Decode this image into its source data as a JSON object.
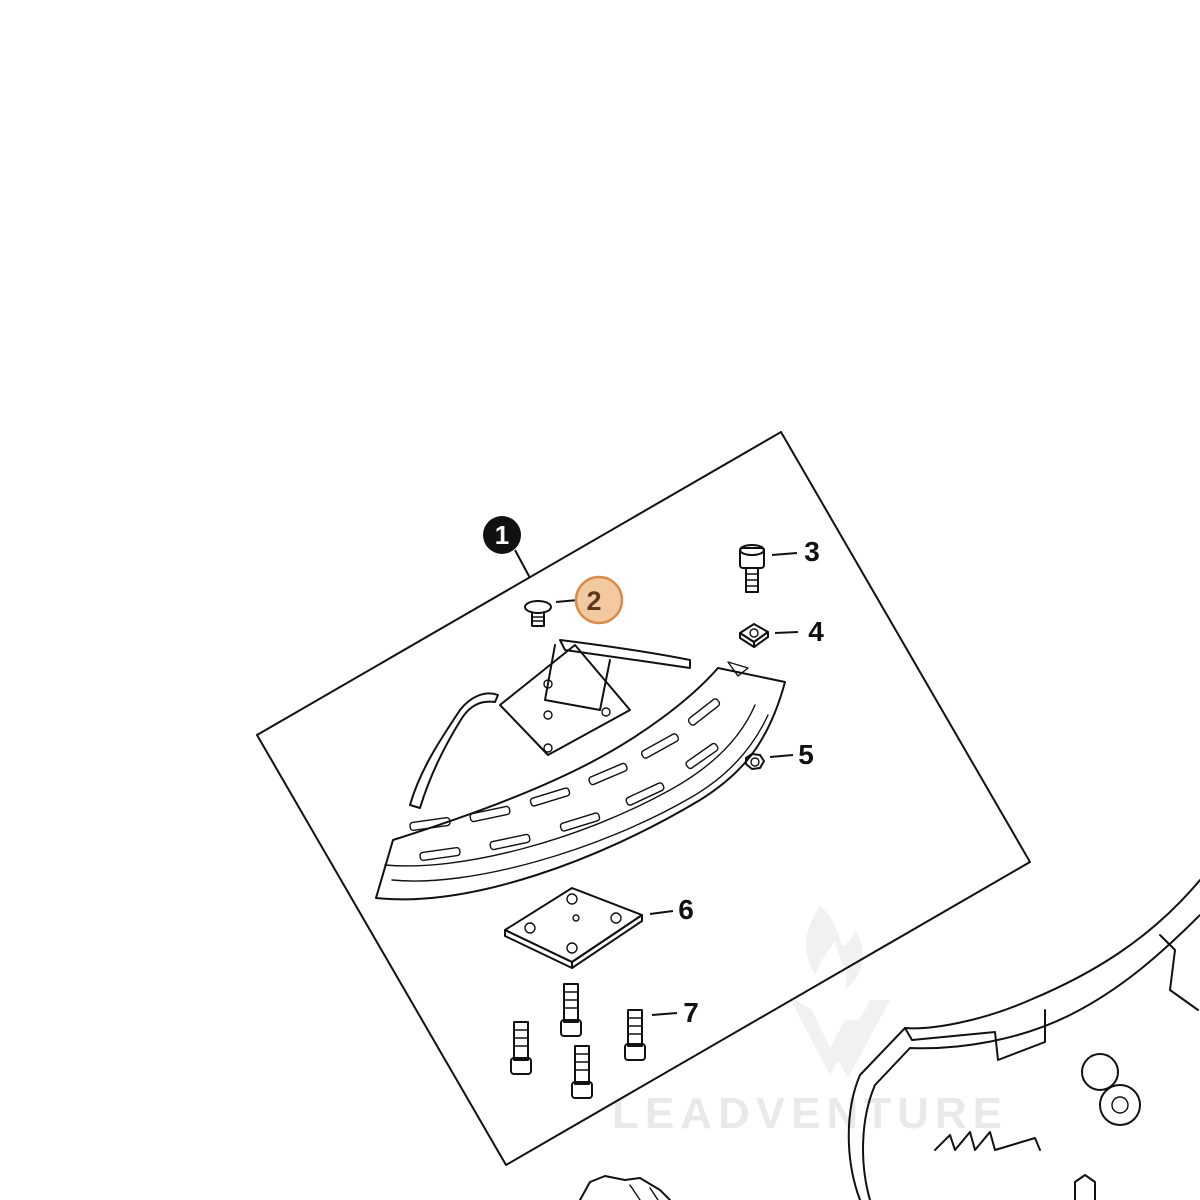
{
  "diagram": {
    "callouts": [
      {
        "id": "1",
        "label": "1",
        "style": "inverted"
      },
      {
        "id": "2",
        "label": "2",
        "style": "highlighted"
      },
      {
        "id": "3",
        "label": "3",
        "style": "plain"
      },
      {
        "id": "4",
        "label": "4",
        "style": "plain"
      },
      {
        "id": "5",
        "label": "5",
        "style": "plain"
      },
      {
        "id": "6",
        "label": "6",
        "style": "plain"
      },
      {
        "id": "7",
        "label": "7",
        "style": "plain"
      }
    ],
    "watermark": {
      "text": "LEADVENTURE"
    },
    "colors": {
      "highlight_fill": "#f2c9a0",
      "highlight_stroke": "#d98c4a",
      "callout_1_fill": "#111111",
      "line": "#111111",
      "watermark": "#e9e9e9"
    }
  }
}
